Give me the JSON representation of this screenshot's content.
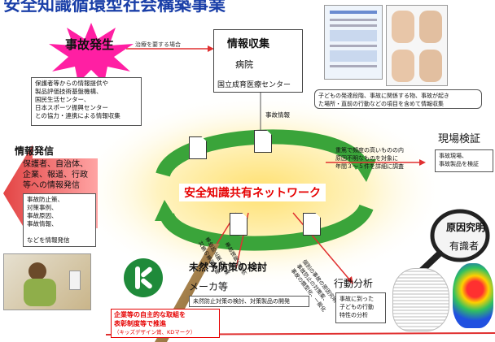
{
  "title": "安全知識循環型社会構築事業",
  "accident": {
    "label": "事故発生"
  },
  "arrow_note": "治療を要する場合",
  "info_collect": {
    "title": "情報収集",
    "hospital": "病院",
    "center": "国立成育医療センター"
  },
  "cooperation_box": [
    "保護者等からの情報提供や",
    "製品評価技術基盤機構、",
    "国民生活センター、",
    "日本スポーツ振興センター",
    "との協力・連携による情報収集"
  ],
  "accident_info": "事故情報",
  "doc_caption": [
    "子どもの発達段階、事故に関係する物、事故が起き",
    "た場所・直前の行動などの項目を含めて情報収集"
  ],
  "network": "安全知識共有ネットワーク",
  "serious_note": [
    "重篤で頻度の高いものの内",
    "原因不明なものを対象に",
    "年間３～５件を詳細に調査"
  ],
  "field": {
    "title": "現場検証",
    "box": [
      "事故現場、",
      "事故製品を検証"
    ]
  },
  "dissemination": {
    "title": "情報発信",
    "text": [
      "保護者、自治体、",
      "企業、報道、行政",
      "等への情報発信"
    ],
    "box": [
      "事故防止策、",
      "対策事例、",
      "事故原因、",
      "事故情報、",
      "",
      "などを情報発信"
    ]
  },
  "cause": {
    "title": "原因究明",
    "sub": "有識者"
  },
  "rot_left_1": [
    "事故防止策の提案",
    "対策の事例情報"
  ],
  "rot_left_2": "事故情報の提供",
  "rot_right": [
    "個別の事故の原因究明、",
    "事故防止の対策案、",
    "事故の類型化、一般化"
  ],
  "prevention": {
    "title": "未然予防策の検討",
    "sub": "メーカ等",
    "box": "未然防止対策の検討、対策製品の開発"
  },
  "behavior": {
    "title": "行動分析",
    "box": [
      "事故に到った",
      "子どもの行動",
      "特性の分析"
    ]
  },
  "bottom_red": [
    "企業等の自主的な取組を",
    "表彰制度等で推進",
    "（キッズデザイン賞、KDマーク）"
  ],
  "colors": {
    "network_green": "#3aa43a",
    "accent_red": "#e60000",
    "title_blue": "#1a3fa8",
    "arrow_red": "#e03030"
  }
}
